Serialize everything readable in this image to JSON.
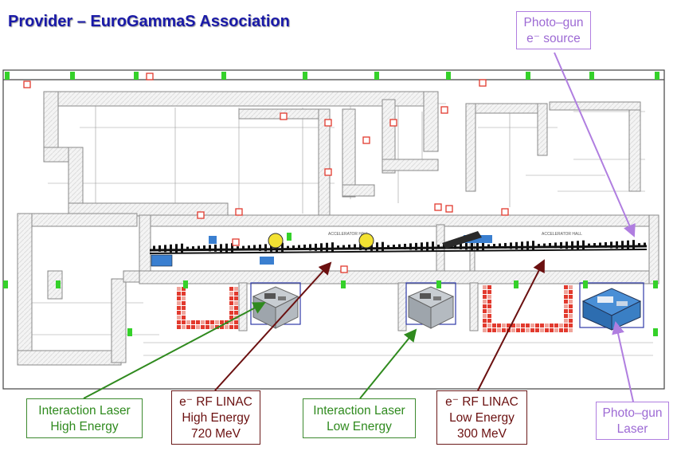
{
  "title": "Provider – EuroGammaS Association",
  "floor_plan": {
    "upper_label": "ACCELERATOR HALL",
    "lower_label": "ACCELERATOR HALL"
  },
  "callouts": {
    "photogun_source": {
      "line1": "Photo–gun",
      "line2": "e⁻ source"
    },
    "interaction_high": {
      "line1": "Interaction Laser",
      "line2": "High Energy"
    },
    "linac_high": {
      "line1": "e⁻ RF LINAC",
      "line2": "High Energy",
      "line3": "720 MeV"
    },
    "interaction_low": {
      "line1": "Interaction Laser",
      "line2": "Low Energy"
    },
    "linac_low": {
      "line1": "e⁻ RF LINAC",
      "line2": "Low Energy",
      "line3": "300 MeV"
    },
    "photogun_laser": {
      "line1": "Photo–gun",
      "line2": "Laser"
    }
  },
  "colors": {
    "title": "#1a1aa8",
    "wall": "#b5b5b5",
    "green_callout": "#2f8a1e",
    "red_callout": "#6b1010",
    "purple_callout": "#b07ee0",
    "marker_green": "#35d12a",
    "brick_red": "#e23a2e"
  },
  "icons": {
    "laser_room_render": "cube-render-icon",
    "beamline": "beamline-icon"
  }
}
